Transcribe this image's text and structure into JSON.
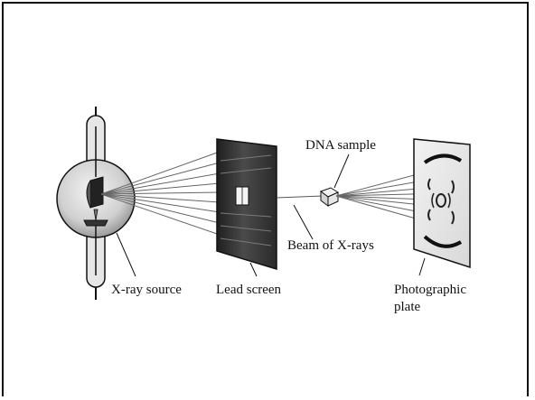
{
  "labels": {
    "dna_sample": "DNA sample",
    "beam": "Beam of X-rays",
    "xray_source": "X-ray source",
    "lead_screen": "Lead screen",
    "photographic_plate_line1": "Photographic",
    "photographic_plate_line2": "plate"
  },
  "colors": {
    "frame": "#111111",
    "ink": "#111111",
    "plate_fill": "#eeeeee",
    "screen_dark": "#2b2b2b",
    "screen_light": "#5a5a5a",
    "glass": "#cfcfcf"
  },
  "icons": [
    "xray-tube",
    "lead-screen",
    "dna-crystal",
    "photographic-plate"
  ]
}
